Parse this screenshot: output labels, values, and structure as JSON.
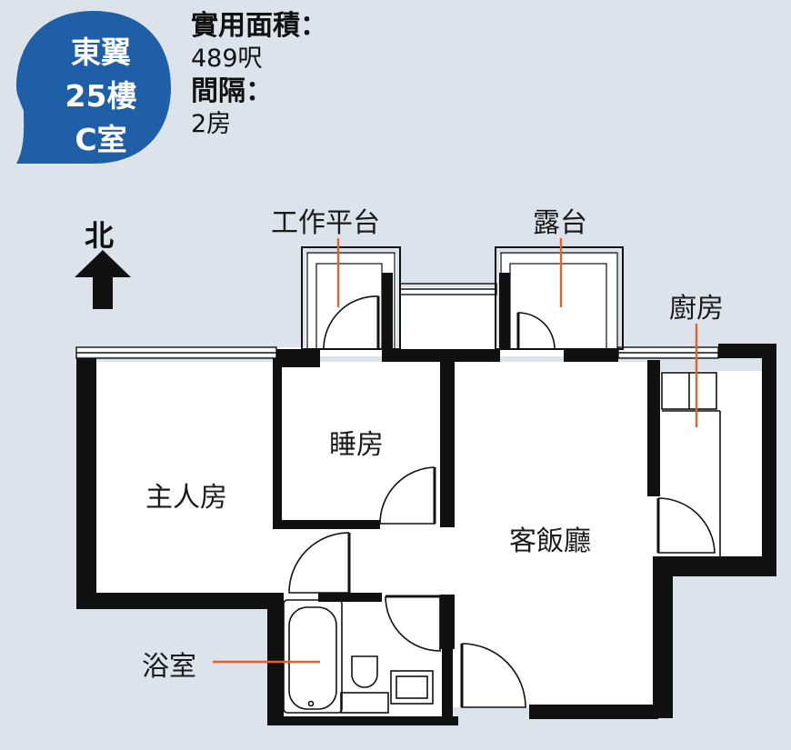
{
  "badge": {
    "line1": "東翼",
    "line2": "25樓",
    "line3": "C室",
    "color": "#1f5fa8"
  },
  "info": {
    "area_label": "實用面積：",
    "area_value": "489呎",
    "layout_label": "間隔：",
    "layout_value": "2房"
  },
  "compass": {
    "label": "北",
    "icon": "north-arrow-icon"
  },
  "rooms": {
    "workspace": "工作平台",
    "balcony": "露台",
    "kitchen": "廚房",
    "bedroom": "睡房",
    "master_bedroom": "主人房",
    "living_dining": "客飯廳",
    "bathroom": "浴室"
  },
  "colors": {
    "wall": "#111111",
    "floor": "#ffffff",
    "background": "#dde3ea",
    "leader": "#e3622a"
  }
}
